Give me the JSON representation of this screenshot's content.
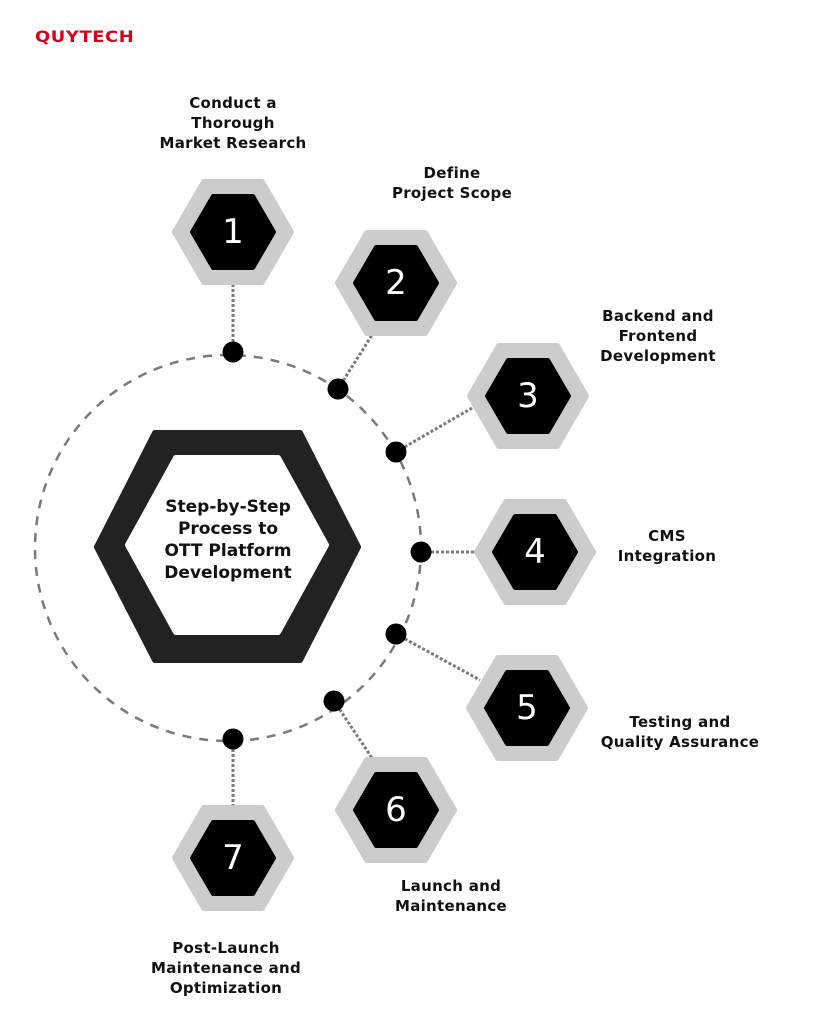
{
  "brand": {
    "logo_text": "QUYTECH",
    "color": "#d0021b"
  },
  "colors": {
    "hex_outer": "#cccccc",
    "hex_inner": "#000000",
    "center_outer": "#222222",
    "center_inner": "#ffffff",
    "connector": "#7a7a7a",
    "dot": "#000000"
  },
  "center": {
    "title_lines": [
      "Step-by-Step",
      "Process to",
      "OTT Platform",
      "Development"
    ]
  },
  "steps": [
    {
      "number": "1",
      "label_lines": [
        "Conduct a",
        "Thorough",
        "Market Research"
      ]
    },
    {
      "number": "2",
      "label_lines": [
        "Define",
        "Project Scope"
      ]
    },
    {
      "number": "3",
      "label_lines": [
        "Backend and",
        "Frontend",
        "Development"
      ]
    },
    {
      "number": "4",
      "label_lines": [
        "CMS",
        "Integration"
      ]
    },
    {
      "number": "5",
      "label_lines": [
        "Testing and",
        "Quality Assurance"
      ]
    },
    {
      "number": "6",
      "label_lines": [
        "Launch and",
        "Maintenance"
      ]
    },
    {
      "number": "7",
      "label_lines": [
        "Post-Launch",
        "Maintenance and",
        "Optimization"
      ]
    }
  ]
}
